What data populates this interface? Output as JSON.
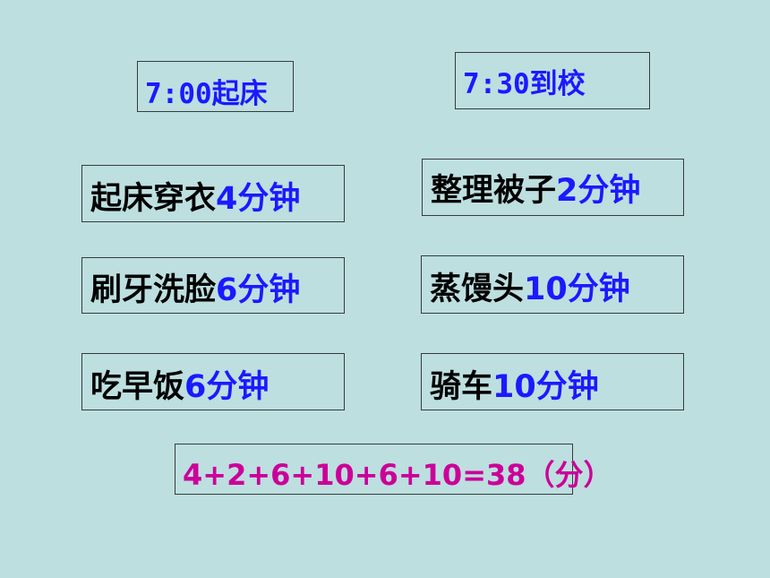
{
  "times": {
    "wake_up": "7:00起床",
    "arrive_school": "7:30到校"
  },
  "tasks": [
    {
      "name": "起床穿衣",
      "duration": "4分钟"
    },
    {
      "name": "整理被子",
      "duration": "2分钟"
    },
    {
      "name": "刷牙洗脸",
      "duration": "6分钟"
    },
    {
      "name": "蒸馒头",
      "duration": "10分钟"
    },
    {
      "name": "吃早饭",
      "duration": "6分钟"
    },
    {
      "name": "骑车",
      "duration": "10分钟"
    }
  ],
  "total": "4+2+6+10+6+10=38（分）",
  "colors": {
    "background": "#bddfe0",
    "time_text": "#1a1aff",
    "task_name": "#000000",
    "duration": "#1a1aff",
    "sum_text": "#cc0099",
    "border": "#3a3a3a"
  }
}
